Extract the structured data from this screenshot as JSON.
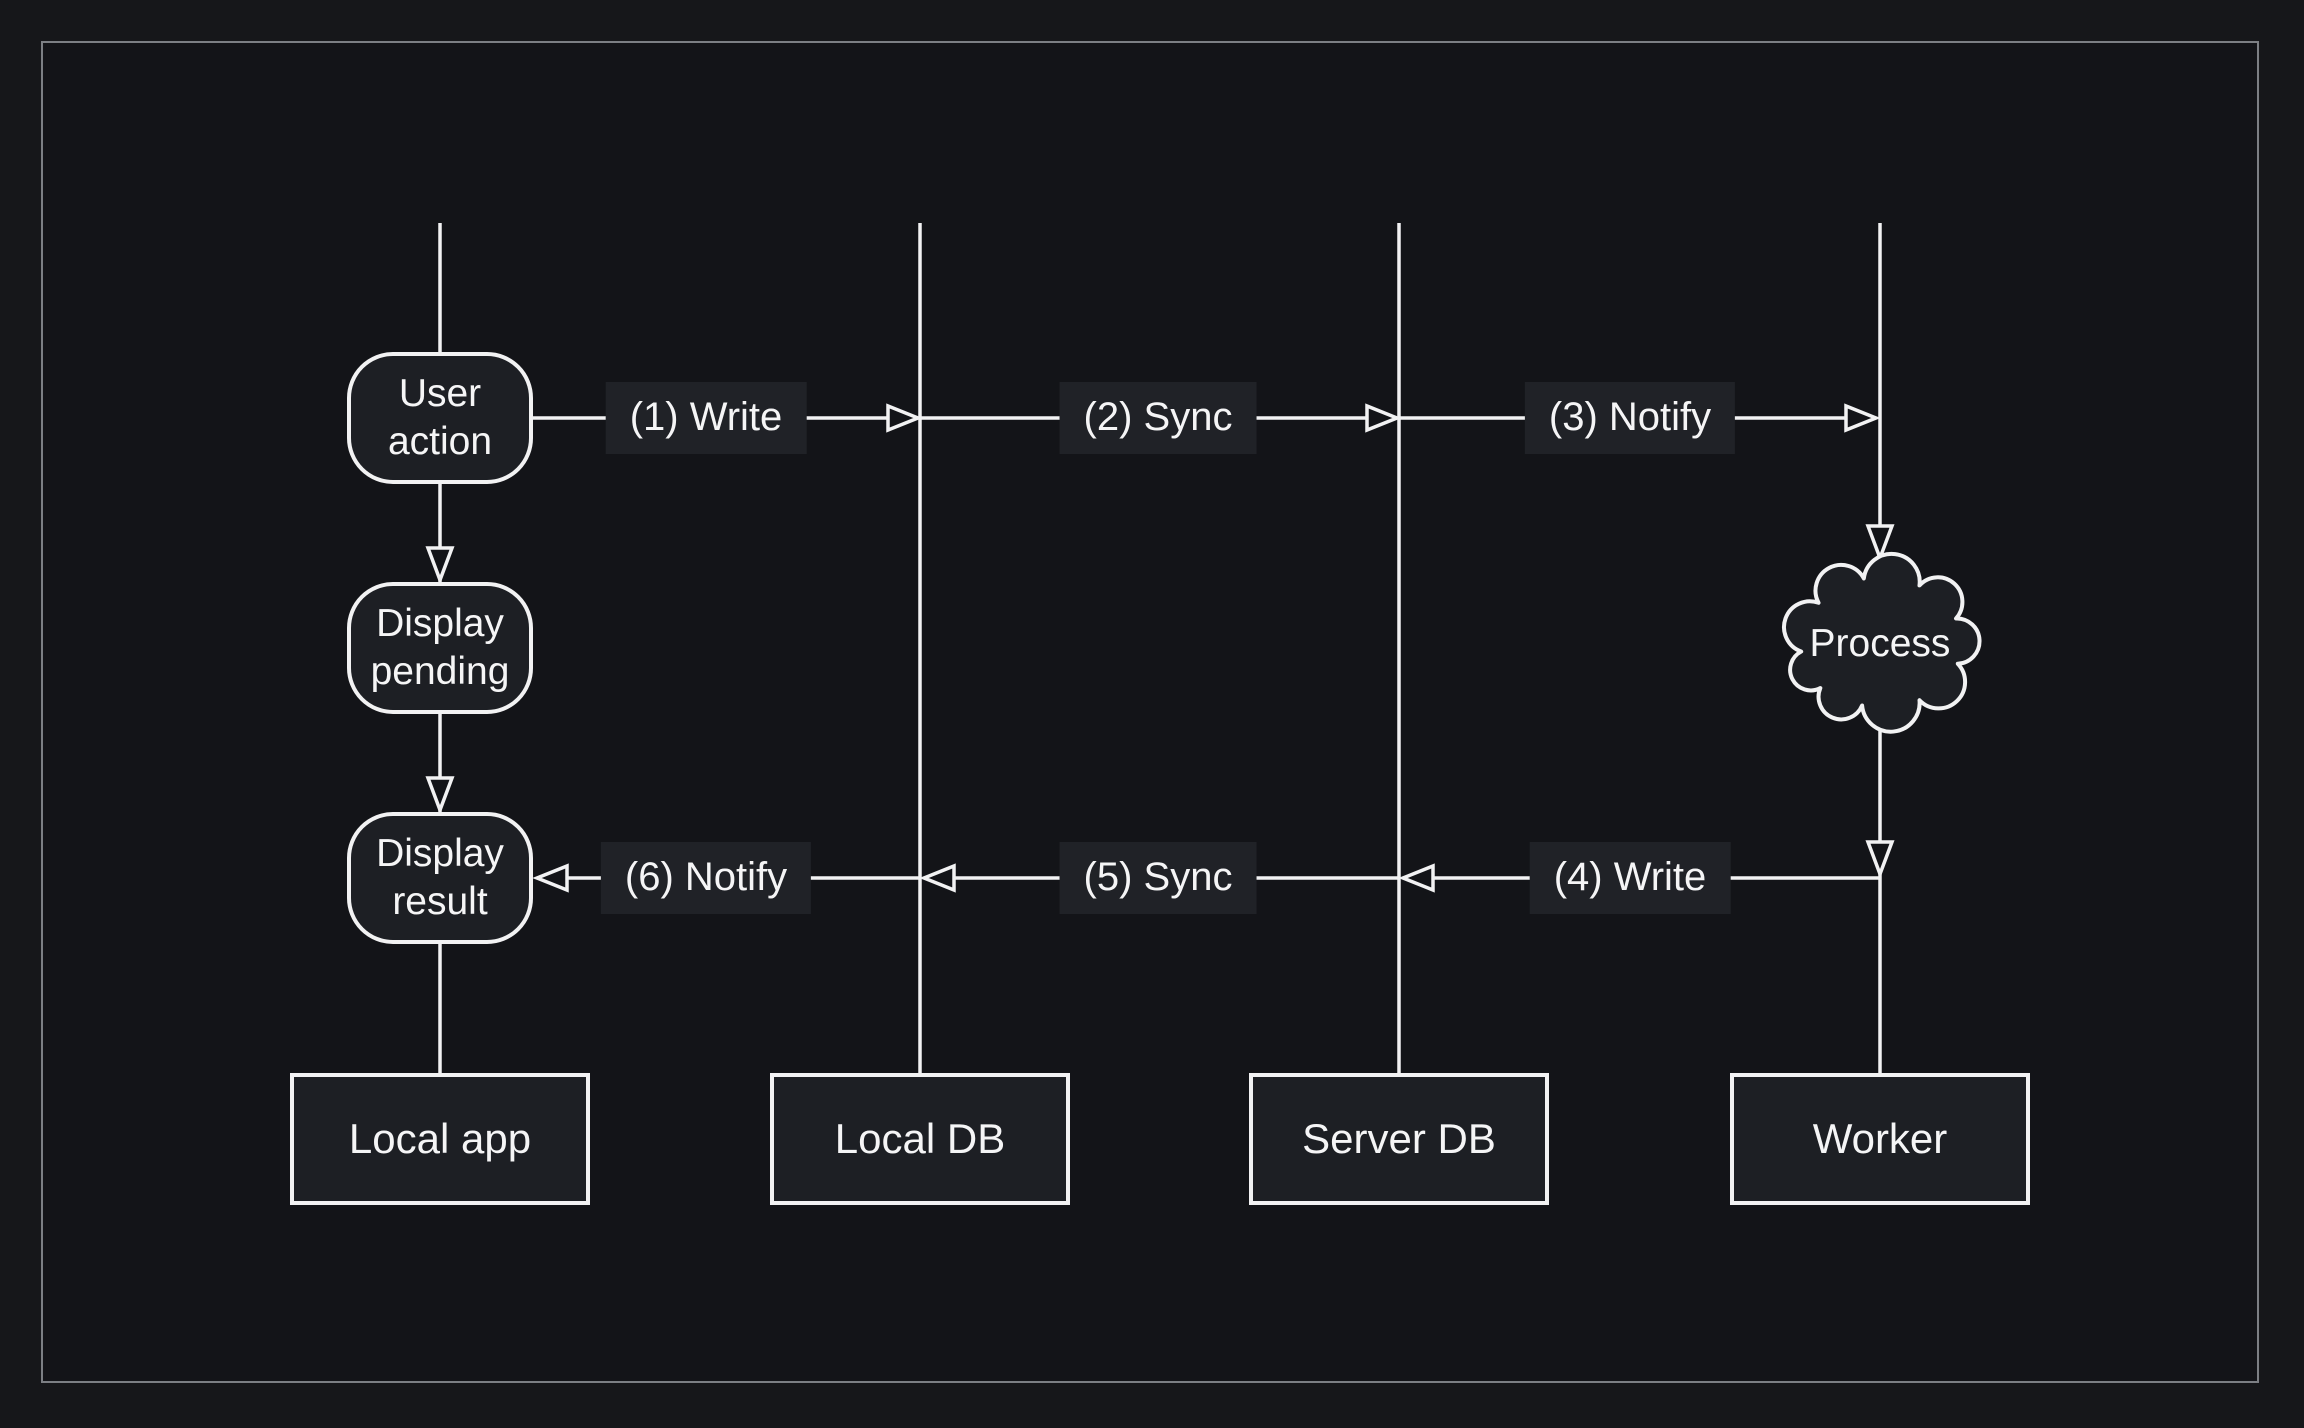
{
  "diagram": {
    "nodes": {
      "user_action": {
        "label": "User\naction"
      },
      "display_pending": {
        "label": "Display\npending"
      },
      "display_result": {
        "label": "Display\nresult"
      },
      "process": {
        "label": "Process"
      }
    },
    "lanes": {
      "local_app": {
        "label": "Local app"
      },
      "local_db": {
        "label": "Local DB"
      },
      "server_db": {
        "label": "Server DB"
      },
      "worker": {
        "label": "Worker"
      }
    },
    "messages": {
      "m1": {
        "label": "(1) Write",
        "direction": "right"
      },
      "m2": {
        "label": "(2) Sync",
        "direction": "right"
      },
      "m3": {
        "label": "(3) Notify",
        "direction": "right"
      },
      "m4": {
        "label": "(4) Write",
        "direction": "left"
      },
      "m5": {
        "label": "(5) Sync",
        "direction": "left"
      },
      "m6": {
        "label": "(6) Notify",
        "direction": "left"
      }
    },
    "colors": {
      "page_background": "#16171a",
      "canvas_background": "#131418",
      "frame_border": "#7c7f84",
      "stroke": "#f2f2f3",
      "node_fill": "#1d1f24",
      "label_fill": "#202227",
      "text": "#f5f5f6"
    }
  }
}
